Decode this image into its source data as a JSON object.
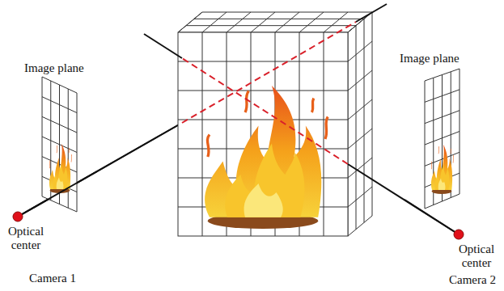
{
  "diagram": {
    "labels": [
      "Image plane",
      "Optical center",
      "Camera 1",
      "Image plane",
      "Optical center",
      "Camera 2"
    ]
  }
}
